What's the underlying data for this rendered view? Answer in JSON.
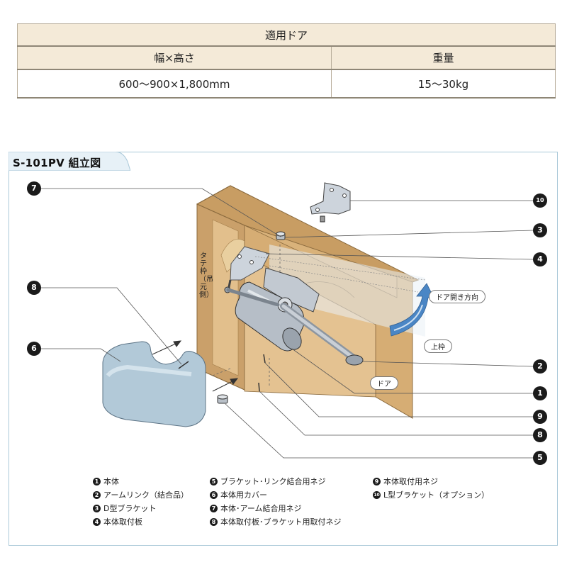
{
  "spec_table": {
    "title": "適用ドア",
    "col_size_header": "幅×高さ",
    "col_weight_header": "重量",
    "size_value": "600〜900×1,800mm",
    "weight_value": "15〜30kg"
  },
  "figure": {
    "title": "S-101PV 組立図",
    "frame_label": "タテ枠（吊元側）",
    "open_direction_label": "ドア開き方向",
    "top_frame_label": "上枠",
    "door_label": "ドア",
    "callouts": {
      "c1": "1",
      "c2": "2",
      "c3": "3",
      "c4": "4",
      "c5": "5",
      "c6": "6",
      "c7": "7",
      "c8a": "8",
      "c8b": "8",
      "c9": "9",
      "c10": "10"
    }
  },
  "legend": [
    {
      "num": "1",
      "label": "本体"
    },
    {
      "num": "2",
      "label": "アームリンク（結合品）"
    },
    {
      "num": "3",
      "label": "D型ブラケット"
    },
    {
      "num": "4",
      "label": "本体取付板"
    },
    {
      "num": "5",
      "label": "ブラケット･リンク結合用ネジ"
    },
    {
      "num": "6",
      "label": "本体用カバー"
    },
    {
      "num": "7",
      "label": "本体･アーム結合用ネジ"
    },
    {
      "num": "8",
      "label": "本体取付板･ブラケット用取付ネジ"
    },
    {
      "num": "9",
      "label": "本体取付用ネジ"
    },
    {
      "num": "10",
      "label": "L型ブラケット（オプション）"
    }
  ],
  "colors": {
    "table_header_bg": "#f4ead8",
    "panel_border": "#a9c8d8",
    "tab_bg": "#e7f1f7",
    "wood": "#d9b27a",
    "wood_dark": "#b98e55",
    "metal": "#c9cfd6",
    "arrow_blue": "#4a86c5"
  }
}
